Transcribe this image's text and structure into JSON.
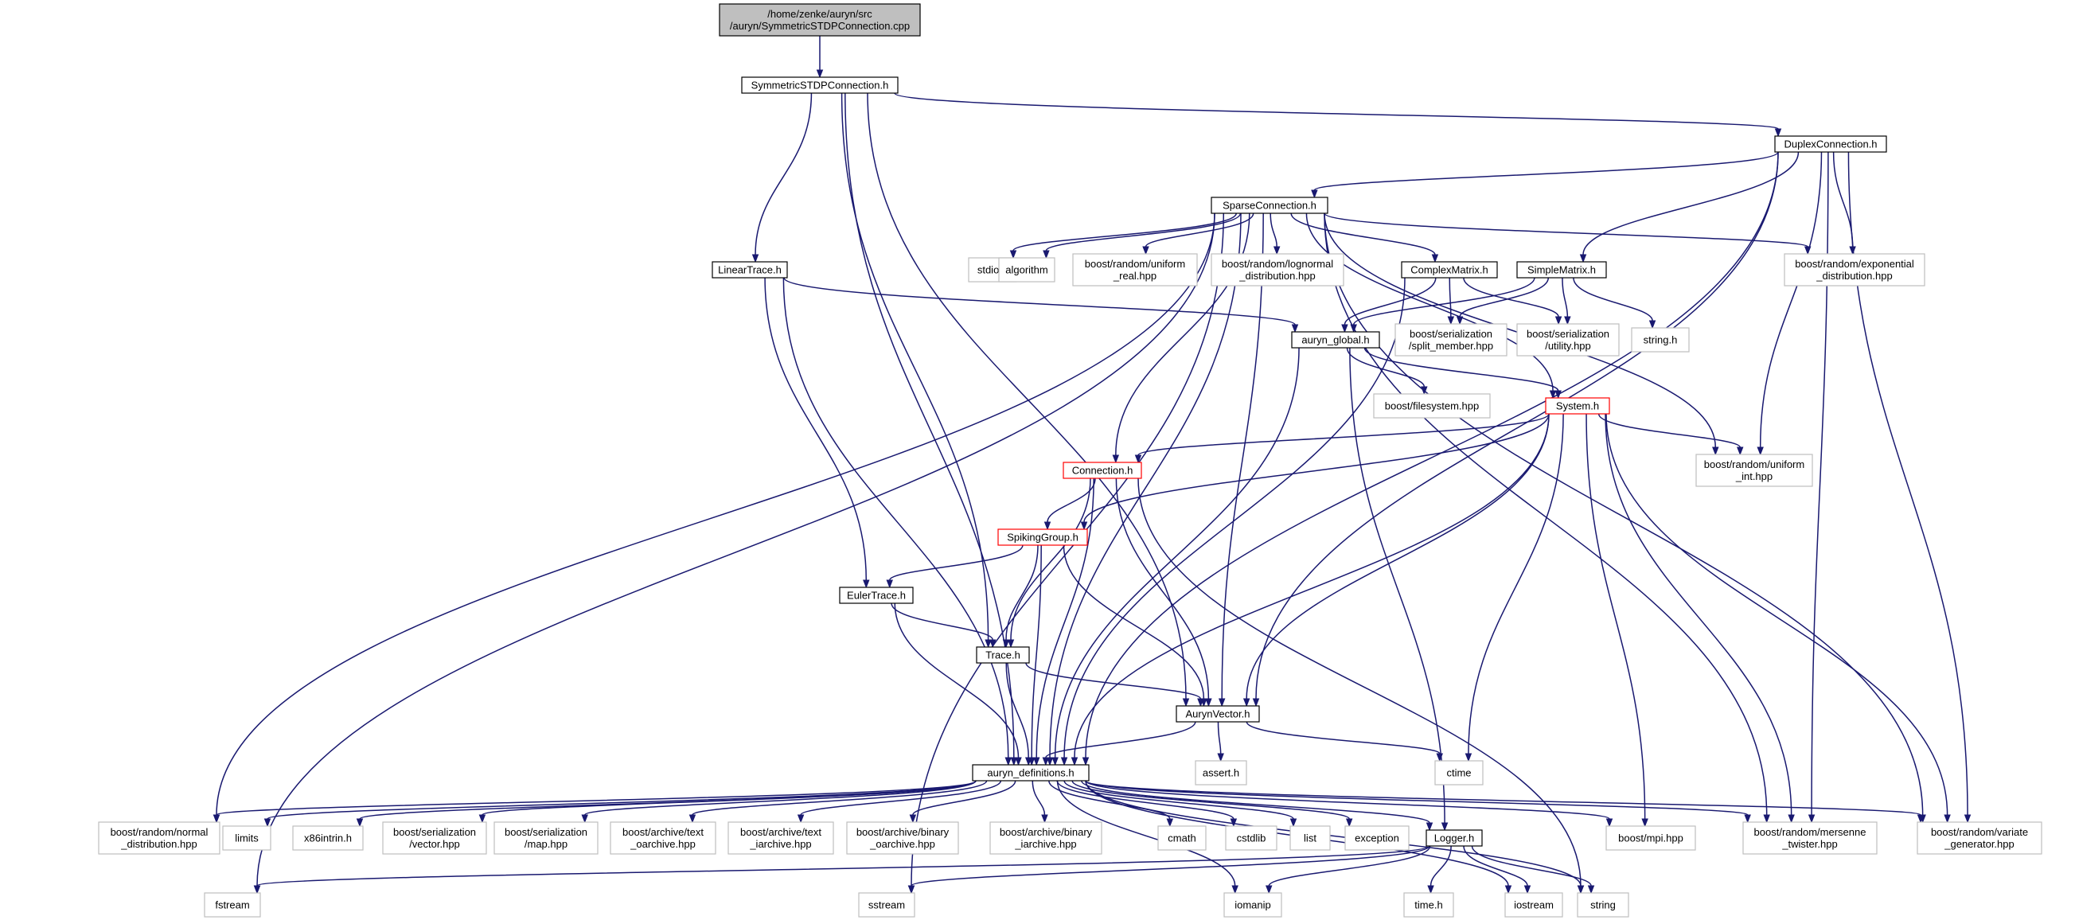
{
  "diagram": {
    "kind": "include-dependency-graph",
    "colors": {
      "edge": "#191970",
      "internal_border": "#000000",
      "external_border": "#bfbfbf",
      "truncated_border": "#ff0000",
      "root_fill": "#bfbfbf"
    },
    "nodes": [
      {
        "id": "root",
        "kind": "root",
        "lines": [
          "/home/zenke/auryn/src",
          "/auryn/SymmetricSTDPConnection.cpp"
        ]
      },
      {
        "id": "symstdp",
        "kind": "internal",
        "lines": [
          "SymmetricSTDPConnection.h"
        ]
      },
      {
        "id": "duplex",
        "kind": "internal",
        "lines": [
          "DuplexConnection.h"
        ]
      },
      {
        "id": "sparse",
        "kind": "internal",
        "lines": [
          "SparseConnection.h"
        ]
      },
      {
        "id": "lineartrace",
        "kind": "internal",
        "lines": [
          "LinearTrace.h"
        ]
      },
      {
        "id": "stdioh",
        "kind": "external",
        "lines": [
          "stdio.h"
        ]
      },
      {
        "id": "algorithm",
        "kind": "external",
        "lines": [
          "algorithm"
        ]
      },
      {
        "id": "unifreal",
        "kind": "external",
        "lines": [
          "boost/random/uniform",
          "_real.hpp"
        ]
      },
      {
        "id": "lognormal",
        "kind": "external",
        "lines": [
          "boost/random/lognormal",
          "_distribution.hpp"
        ]
      },
      {
        "id": "complexmatrix",
        "kind": "internal",
        "lines": [
          "ComplexMatrix.h"
        ]
      },
      {
        "id": "simplematrix",
        "kind": "internal",
        "lines": [
          "SimpleMatrix.h"
        ]
      },
      {
        "id": "exponential",
        "kind": "external",
        "lines": [
          "boost/random/exponential",
          "_distribution.hpp"
        ]
      },
      {
        "id": "aurynglobal",
        "kind": "internal",
        "lines": [
          "auryn_global.h"
        ]
      },
      {
        "id": "splitmember",
        "kind": "external",
        "lines": [
          "boost/serialization",
          "/split_member.hpp"
        ]
      },
      {
        "id": "serutility",
        "kind": "external",
        "lines": [
          "boost/serialization",
          "/utility.hpp"
        ]
      },
      {
        "id": "stringh",
        "kind": "external",
        "lines": [
          "string.h"
        ]
      },
      {
        "id": "filesystem",
        "kind": "external",
        "lines": [
          "boost/filesystem.hpp"
        ]
      },
      {
        "id": "system",
        "kind": "truncated",
        "lines": [
          "System.h"
        ]
      },
      {
        "id": "connection",
        "kind": "truncated",
        "lines": [
          "Connection.h"
        ]
      },
      {
        "id": "unifint",
        "kind": "external",
        "lines": [
          "boost/random/uniform",
          "_int.hpp"
        ]
      },
      {
        "id": "spikinggroup",
        "kind": "truncated",
        "lines": [
          "SpikingGroup.h"
        ]
      },
      {
        "id": "eulertrace",
        "kind": "internal",
        "lines": [
          "EulerTrace.h"
        ]
      },
      {
        "id": "trace",
        "kind": "internal",
        "lines": [
          "Trace.h"
        ]
      },
      {
        "id": "aurynvector",
        "kind": "internal",
        "lines": [
          "AurynVector.h"
        ]
      },
      {
        "id": "asserth",
        "kind": "external",
        "lines": [
          "assert.h"
        ]
      },
      {
        "id": "ctime",
        "kind": "external",
        "lines": [
          "ctime"
        ]
      },
      {
        "id": "defs",
        "kind": "internal",
        "lines": [
          "auryn_definitions.h"
        ]
      },
      {
        "id": "normal",
        "kind": "external",
        "lines": [
          "boost/random/normal",
          "_distribution.hpp"
        ]
      },
      {
        "id": "limits",
        "kind": "external",
        "lines": [
          "limits"
        ]
      },
      {
        "id": "x86intrin",
        "kind": "external",
        "lines": [
          "x86intrin.h"
        ]
      },
      {
        "id": "servector",
        "kind": "external",
        "lines": [
          "boost/serialization",
          "/vector.hpp"
        ]
      },
      {
        "id": "sermap",
        "kind": "external",
        "lines": [
          "boost/serialization",
          "/map.hpp"
        ]
      },
      {
        "id": "textoarch",
        "kind": "external",
        "lines": [
          "boost/archive/text",
          "_oarchive.hpp"
        ]
      },
      {
        "id": "textiarch",
        "kind": "external",
        "lines": [
          "boost/archive/text",
          "_iarchive.hpp"
        ]
      },
      {
        "id": "binoarch",
        "kind": "external",
        "lines": [
          "boost/archive/binary",
          "_oarchive.hpp"
        ]
      },
      {
        "id": "biniarch",
        "kind": "external",
        "lines": [
          "boost/archive/binary",
          "_iarchive.hpp"
        ]
      },
      {
        "id": "cmath",
        "kind": "external",
        "lines": [
          "cmath"
        ]
      },
      {
        "id": "cstdlib",
        "kind": "external",
        "lines": [
          "cstdlib"
        ]
      },
      {
        "id": "list",
        "kind": "external",
        "lines": [
          "list"
        ]
      },
      {
        "id": "exception",
        "kind": "external",
        "lines": [
          "exception"
        ]
      },
      {
        "id": "logger",
        "kind": "internal",
        "lines": [
          "Logger.h"
        ]
      },
      {
        "id": "mpi",
        "kind": "external",
        "lines": [
          "boost/mpi.hpp"
        ]
      },
      {
        "id": "mersenne",
        "kind": "external",
        "lines": [
          "boost/random/mersenne",
          "_twister.hpp"
        ]
      },
      {
        "id": "variate",
        "kind": "external",
        "lines": [
          "boost/random/variate",
          "_generator.hpp"
        ]
      },
      {
        "id": "fstream",
        "kind": "external",
        "lines": [
          "fstream"
        ]
      },
      {
        "id": "sstream",
        "kind": "external",
        "lines": [
          "sstream"
        ]
      },
      {
        "id": "iomanip",
        "kind": "external",
        "lines": [
          "iomanip"
        ]
      },
      {
        "id": "timeh",
        "kind": "external",
        "lines": [
          "time.h"
        ]
      },
      {
        "id": "iostream",
        "kind": "external",
        "lines": [
          "iostream"
        ]
      },
      {
        "id": "string",
        "kind": "external",
        "lines": [
          "string"
        ]
      }
    ],
    "edges": [
      [
        "root",
        "symstdp"
      ],
      [
        "symstdp",
        "duplex"
      ],
      [
        "symstdp",
        "lineartrace"
      ],
      [
        "symstdp",
        "trace"
      ],
      [
        "symstdp",
        "aurynvector"
      ],
      [
        "symstdp",
        "defs"
      ],
      [
        "duplex",
        "sparse"
      ],
      [
        "duplex",
        "simplematrix"
      ],
      [
        "duplex",
        "exponential"
      ],
      [
        "duplex",
        "unifint"
      ],
      [
        "duplex",
        "aurynvector"
      ],
      [
        "duplex",
        "mersenne"
      ],
      [
        "duplex",
        "variate"
      ],
      [
        "duplex",
        "defs"
      ],
      [
        "sparse",
        "stdioh"
      ],
      [
        "sparse",
        "algorithm"
      ],
      [
        "sparse",
        "unifreal"
      ],
      [
        "sparse",
        "lognormal"
      ],
      [
        "sparse",
        "complexmatrix"
      ],
      [
        "sparse",
        "exponential"
      ],
      [
        "sparse",
        "system"
      ],
      [
        "sparse",
        "connection"
      ],
      [
        "sparse",
        "unifint"
      ],
      [
        "sparse",
        "aurynvector"
      ],
      [
        "sparse",
        "mersenne"
      ],
      [
        "sparse",
        "variate"
      ],
      [
        "sparse",
        "defs"
      ],
      [
        "sparse",
        "normal"
      ],
      [
        "sparse",
        "fstream"
      ],
      [
        "sparse",
        "sstream"
      ],
      [
        "lineartrace",
        "aurynglobal"
      ],
      [
        "lineartrace",
        "eulertrace"
      ],
      [
        "lineartrace",
        "defs"
      ],
      [
        "complexmatrix",
        "aurynglobal"
      ],
      [
        "complexmatrix",
        "splitmember"
      ],
      [
        "complexmatrix",
        "serutility"
      ],
      [
        "complexmatrix",
        "defs"
      ],
      [
        "simplematrix",
        "aurynglobal"
      ],
      [
        "simplematrix",
        "splitmember"
      ],
      [
        "simplematrix",
        "serutility"
      ],
      [
        "simplematrix",
        "stringh"
      ],
      [
        "aurynglobal",
        "filesystem"
      ],
      [
        "aurynglobal",
        "system"
      ],
      [
        "aurynglobal",
        "logger"
      ],
      [
        "aurynglobal",
        "defs"
      ],
      [
        "system",
        "connection"
      ],
      [
        "system",
        "unifint"
      ],
      [
        "system",
        "spikinggroup"
      ],
      [
        "system",
        "aurynvector"
      ],
      [
        "system",
        "ctime"
      ],
      [
        "system",
        "defs"
      ],
      [
        "system",
        "mpi"
      ],
      [
        "system",
        "mersenne"
      ],
      [
        "system",
        "variate"
      ],
      [
        "connection",
        "spikinggroup"
      ],
      [
        "connection",
        "trace"
      ],
      [
        "connection",
        "aurynvector"
      ],
      [
        "connection",
        "defs"
      ],
      [
        "connection",
        "string"
      ],
      [
        "spikinggroup",
        "eulertrace"
      ],
      [
        "spikinggroup",
        "trace"
      ],
      [
        "spikinggroup",
        "aurynvector"
      ],
      [
        "spikinggroup",
        "defs"
      ],
      [
        "eulertrace",
        "trace"
      ],
      [
        "eulertrace",
        "defs"
      ],
      [
        "trace",
        "aurynvector"
      ],
      [
        "trace",
        "defs"
      ],
      [
        "aurynvector",
        "asserth"
      ],
      [
        "aurynvector",
        "ctime"
      ],
      [
        "aurynvector",
        "defs"
      ],
      [
        "defs",
        "normal"
      ],
      [
        "defs",
        "limits"
      ],
      [
        "defs",
        "x86intrin"
      ],
      [
        "defs",
        "servector"
      ],
      [
        "defs",
        "sermap"
      ],
      [
        "defs",
        "textoarch"
      ],
      [
        "defs",
        "textiarch"
      ],
      [
        "defs",
        "binoarch"
      ],
      [
        "defs",
        "biniarch"
      ],
      [
        "defs",
        "cmath"
      ],
      [
        "defs",
        "cstdlib"
      ],
      [
        "defs",
        "list"
      ],
      [
        "defs",
        "exception"
      ],
      [
        "defs",
        "logger"
      ],
      [
        "defs",
        "mpi"
      ],
      [
        "defs",
        "mersenne"
      ],
      [
        "defs",
        "variate"
      ],
      [
        "defs",
        "iomanip"
      ],
      [
        "defs",
        "iostream"
      ],
      [
        "defs",
        "string"
      ],
      [
        "logger",
        "fstream"
      ],
      [
        "logger",
        "sstream"
      ],
      [
        "logger",
        "iomanip"
      ],
      [
        "logger",
        "timeh"
      ],
      [
        "logger",
        "iostream"
      ],
      [
        "logger",
        "string"
      ]
    ]
  }
}
